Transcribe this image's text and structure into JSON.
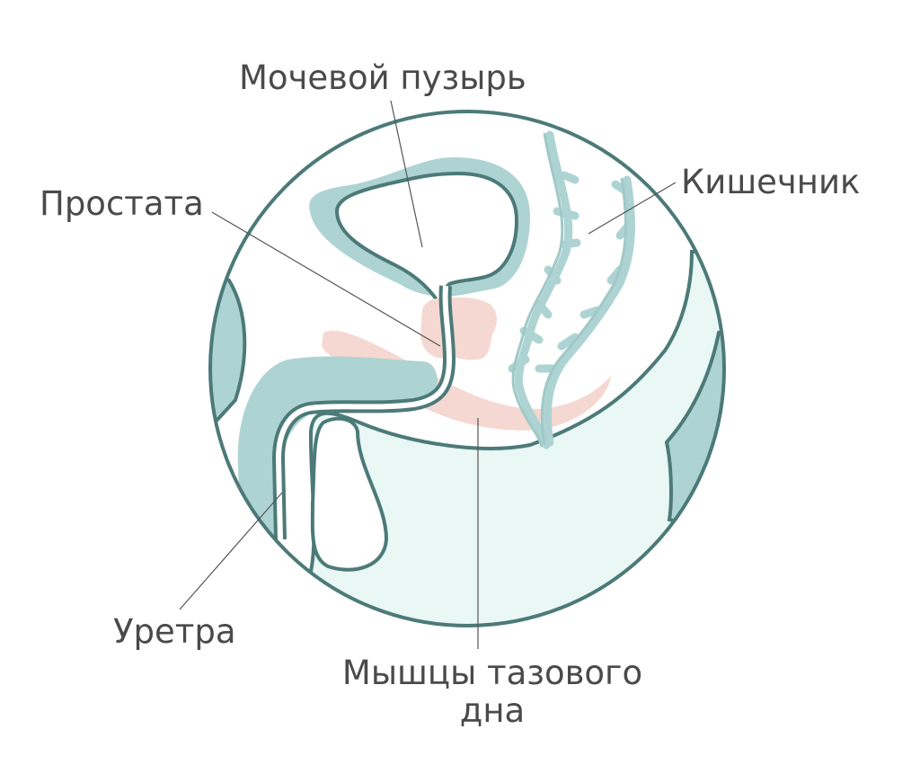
{
  "labels": {
    "bladder": "Мочевой пузырь",
    "prostate": "Простата",
    "bowel": "Кишечник",
    "urethra": "Уретра",
    "pelvic_floor": "Мышцы тазового дна"
  },
  "colors": {
    "outline": "#4c7a78",
    "bladder_fill": "#aed3d3",
    "pale_fill": "#e9f7f5",
    "side_fill": "#aed3d3",
    "prostate_fill": "#f5d8d1",
    "muscle_fill": "#f5d8d1",
    "bowel_fill": "#aed3d3",
    "leader_line": "#555555",
    "text": "#4a4a4a"
  }
}
